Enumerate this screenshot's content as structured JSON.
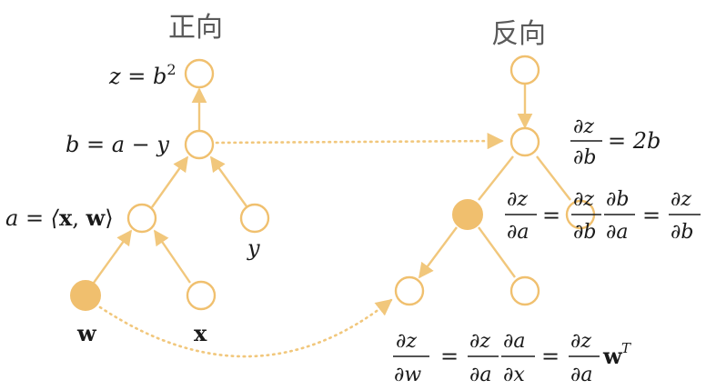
{
  "headings": {
    "forward": "正向",
    "backward": "反向"
  },
  "colors": {
    "edge": "#f1c77c",
    "node_stroke": "#f0c06f",
    "filled_node": "#f0bf6e",
    "text": "#1a1a1a",
    "heading": "#5a5a5a"
  },
  "forward": {
    "z_label": "z = b",
    "z_exp": "2",
    "b_label": "b = a − y",
    "a_label_pre": "a = ⟨",
    "a_label_x": "x",
    "a_label_mid": ", ",
    "a_label_w": "w",
    "a_label_post": "⟩",
    "y_label": "y",
    "w_label": "w",
    "x_label": "x"
  },
  "backward": {
    "dz": "∂z",
    "db": "∂b",
    "da": "∂a",
    "dw": "∂w",
    "dx": "∂x",
    "db_rhs": "= 2b",
    "eq": "=",
    "w_sym": "w",
    "t_sym": "T"
  }
}
